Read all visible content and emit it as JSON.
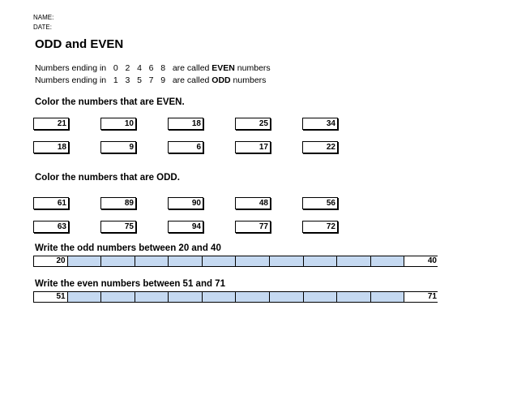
{
  "header": {
    "name_label": "NAME:",
    "date_label": "DATE:"
  },
  "title": "ODD and EVEN",
  "rules": {
    "even_prefix": "Numbers ending in   0   2   4   6   8   are called ",
    "even_word": "EVEN",
    "even_suffix": " numbers",
    "odd_prefix": "Numbers ending in   1   3   5   7   9   are called ",
    "odd_word": "ODD",
    "odd_suffix": " numbers"
  },
  "even_section": {
    "heading": "Color the numbers that are EVEN.",
    "row1": [
      "21",
      "10",
      "18",
      "25",
      "34"
    ],
    "row2": [
      "18",
      "9",
      "6",
      "17",
      "22"
    ]
  },
  "odd_section": {
    "heading": "Color the numbers that are ODD.",
    "row1": [
      "61",
      "89",
      "90",
      "48",
      "56"
    ],
    "row2": [
      "63",
      "75",
      "94",
      "77",
      "72"
    ]
  },
  "odd_between": {
    "heading": "Write the odd numbers between 20 and 40",
    "start": "20",
    "end": "40"
  },
  "even_between": {
    "heading": "Write the even numbers between 51 and 71",
    "start": "51",
    "end": "71"
  },
  "colors": {
    "fill_cell": "#c5d9f1"
  }
}
